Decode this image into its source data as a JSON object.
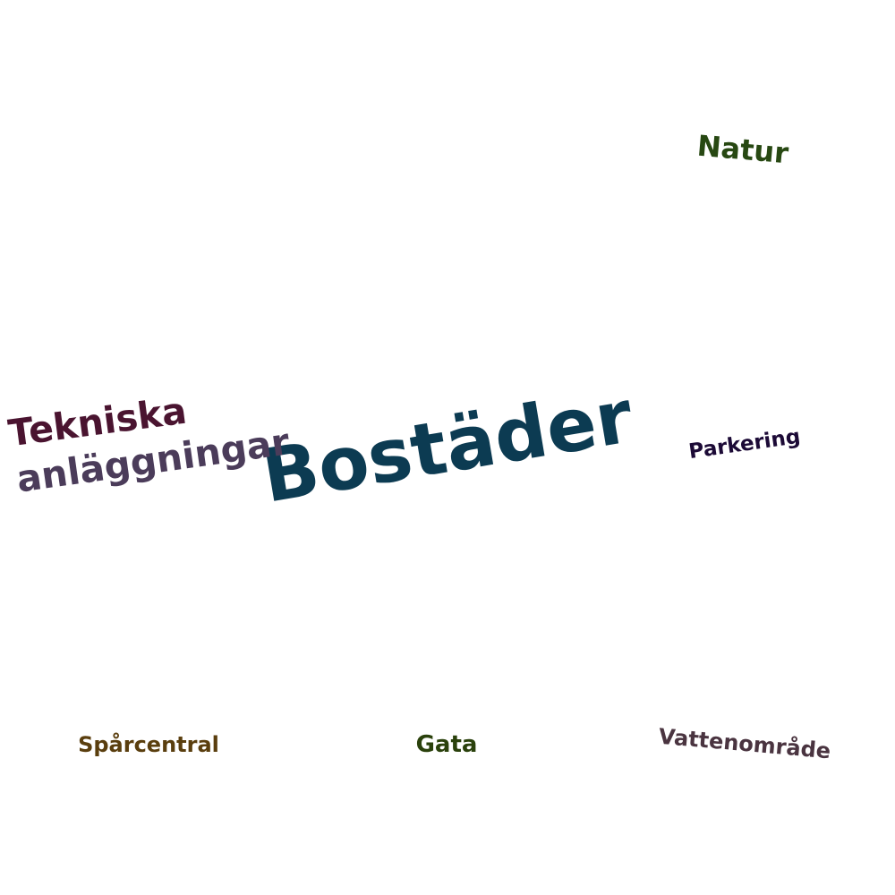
{
  "words": {
    "bostader": {
      "text": "Bostäder",
      "color": "#0c3b52"
    },
    "tekniska": {
      "text": "Tekniska",
      "color": "#4a1430"
    },
    "anlaggningar": {
      "text": "anläggningar",
      "color": "#4b3c5a"
    },
    "natur": {
      "text": "Natur",
      "color": "#274812"
    },
    "parkering": {
      "text": "Parkering",
      "color": "#1c0a36"
    },
    "sparcentral": {
      "text": "Spårcentral",
      "color": "#5a3e0e"
    },
    "gata": {
      "text": "Gata",
      "color": "#2a410c"
    },
    "vattenomrade": {
      "text": "Vattenområde",
      "color": "#4a3440"
    }
  }
}
